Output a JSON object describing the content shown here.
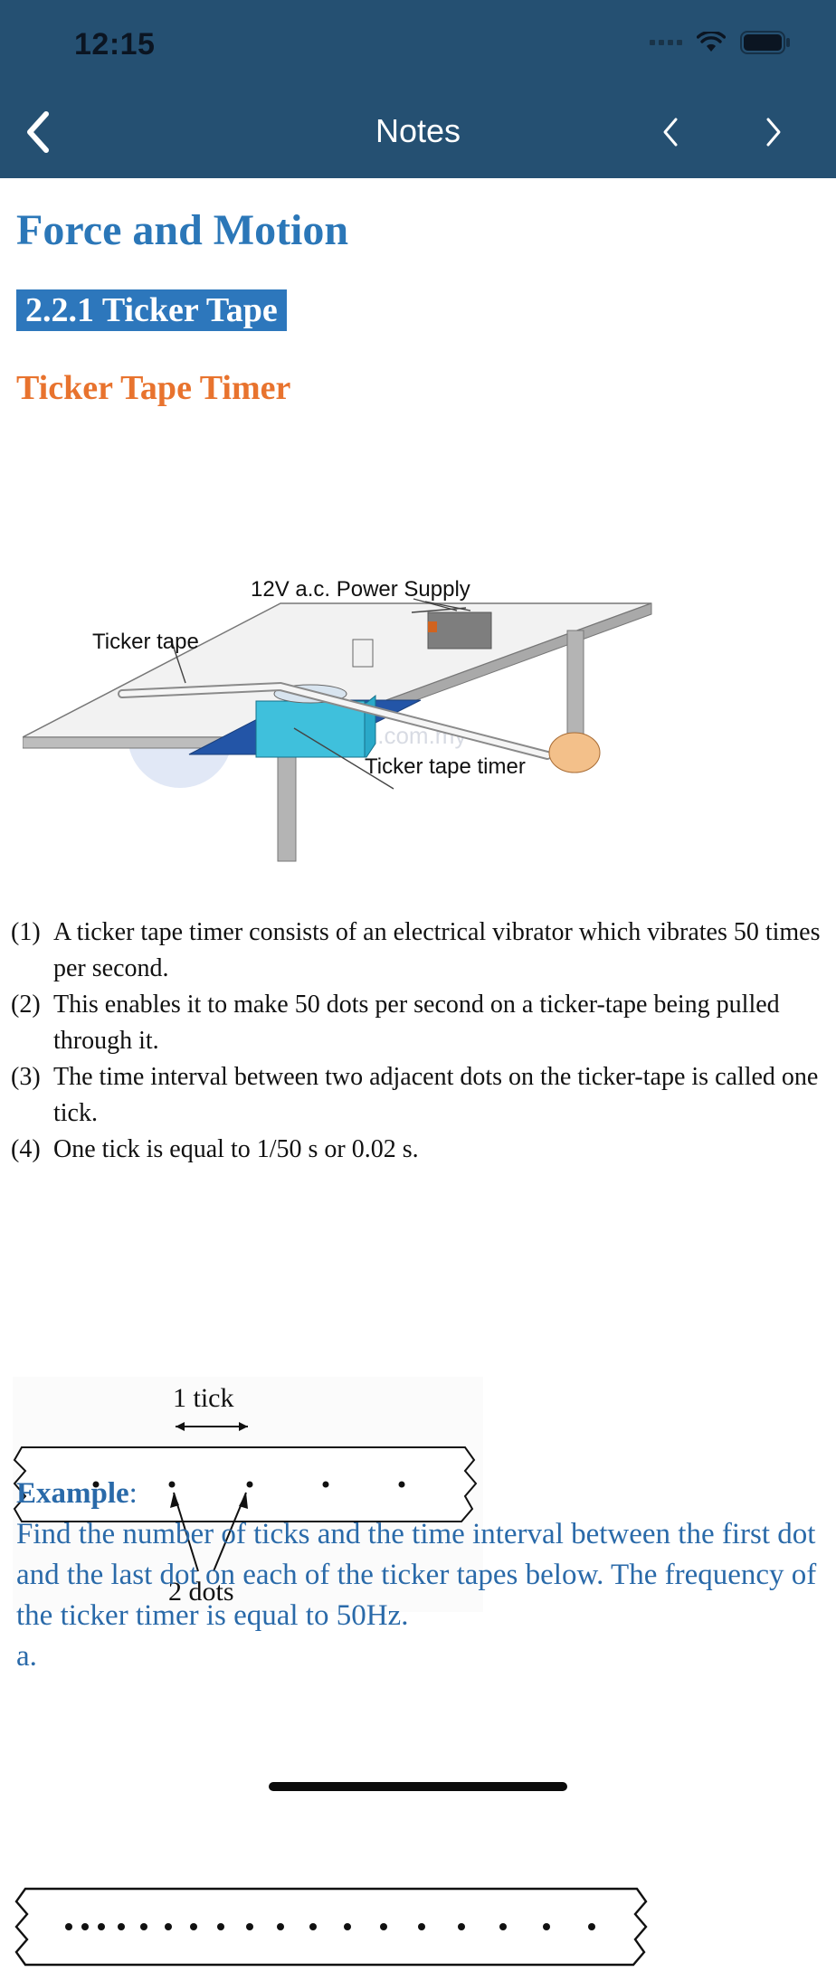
{
  "status_bar": {
    "time": "12:15"
  },
  "nav": {
    "title": "Notes",
    "back_icon": "chevron-left-icon",
    "prev_icon": "chevron-left-icon",
    "next_icon": "chevron-right-icon"
  },
  "article": {
    "title": "Force and Motion",
    "section": "2.2.1 Ticker Tape",
    "subsection": "Ticker Tape Timer",
    "figure1_labels": {
      "power": "12V a.c. Power Supply",
      "tape": "Ticker tape",
      "timer": "Ticker tape timer",
      "watermark": "OnlineTuition.com.my"
    },
    "points": [
      {
        "num": "(1)",
        "text": "A ticker tape timer consists of an electrical vibrator which vibrates 50 times per second."
      },
      {
        "num": "(2)",
        "text": "This enables it to make 50 dots per second on a ticker-tape being pulled through it."
      },
      {
        "num": "(3)",
        "text": "The time interval between two adjacent dots on the ticker-tape is called one tick."
      },
      {
        "num": "(4)",
        "text": "One tick is equal to 1/50 s or 0.02 s."
      }
    ],
    "figure2_labels": {
      "tick": "1 tick",
      "dots": "2 dots"
    },
    "example_label": "Example",
    "example_colon": ":",
    "example_text": "Find the number of ticks and the time interval between the first dot and the last dot on each of the ticker tapes below. The frequency of the ticker timer is equal to 50Hz.",
    "example_part": "a."
  },
  "colors": {
    "nav_bg": "#255072",
    "title_blue": "#2b77b8",
    "section_bg": "#2d77bc",
    "subsection_orange": "#e8732e",
    "example_blue": "#2a6aa9"
  }
}
